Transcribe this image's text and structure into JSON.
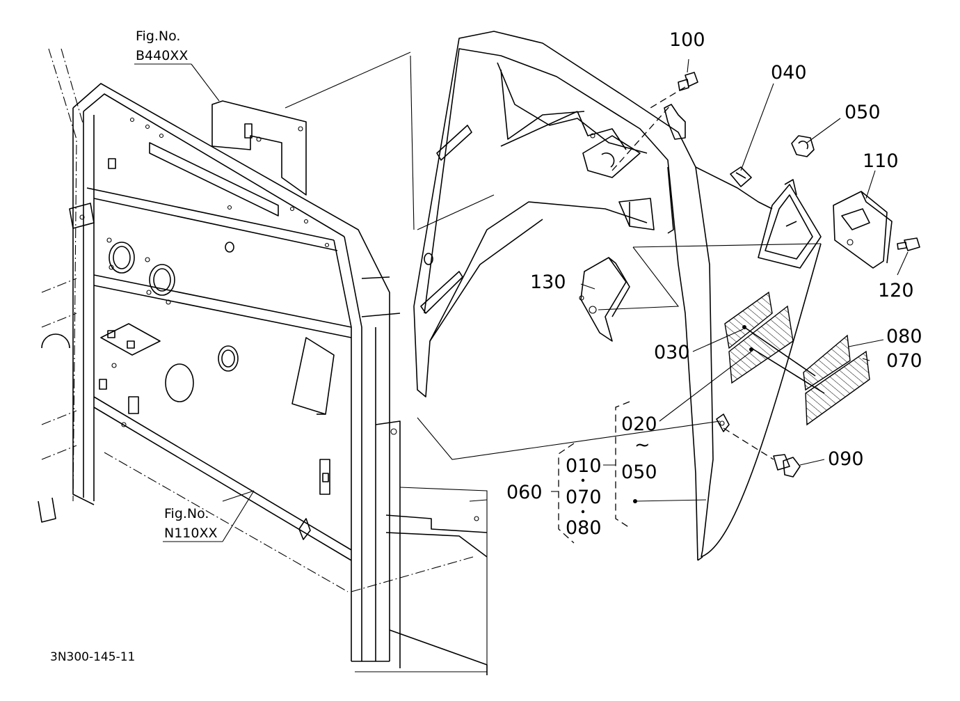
{
  "figure_refs": [
    {
      "line1": "Fig.No.",
      "line2": "B440XX"
    },
    {
      "line1": "Fig.No.",
      "line2": "N110XX"
    }
  ],
  "parts": [
    "100",
    "040",
    "050",
    "110",
    "120",
    "130",
    "030",
    "080",
    "070",
    "020",
    "090"
  ],
  "group": {
    "range_start": "020",
    "range_sep": "~",
    "range_end": "050",
    "set_label": "060",
    "set_items": [
      "010",
      "070",
      "080"
    ]
  },
  "drawing_id": "3N300-145-11"
}
